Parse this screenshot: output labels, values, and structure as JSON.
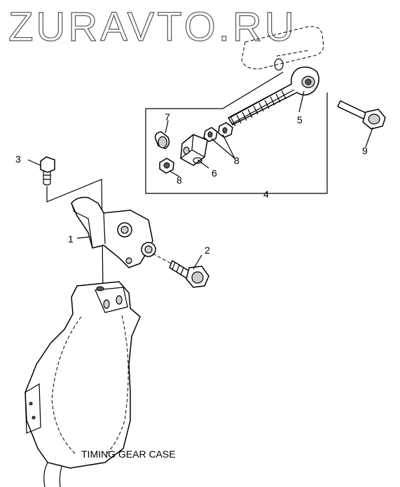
{
  "watermark": "ZURAVTO.RU",
  "caption": "TIMING GEAR CASE",
  "callouts": {
    "c1": "1",
    "c2": "2",
    "c3": "3",
    "c4": "4",
    "c5": "5",
    "c6": "6",
    "c7": "7",
    "c8a": "8",
    "c8b": "8",
    "c9": "9"
  }
}
